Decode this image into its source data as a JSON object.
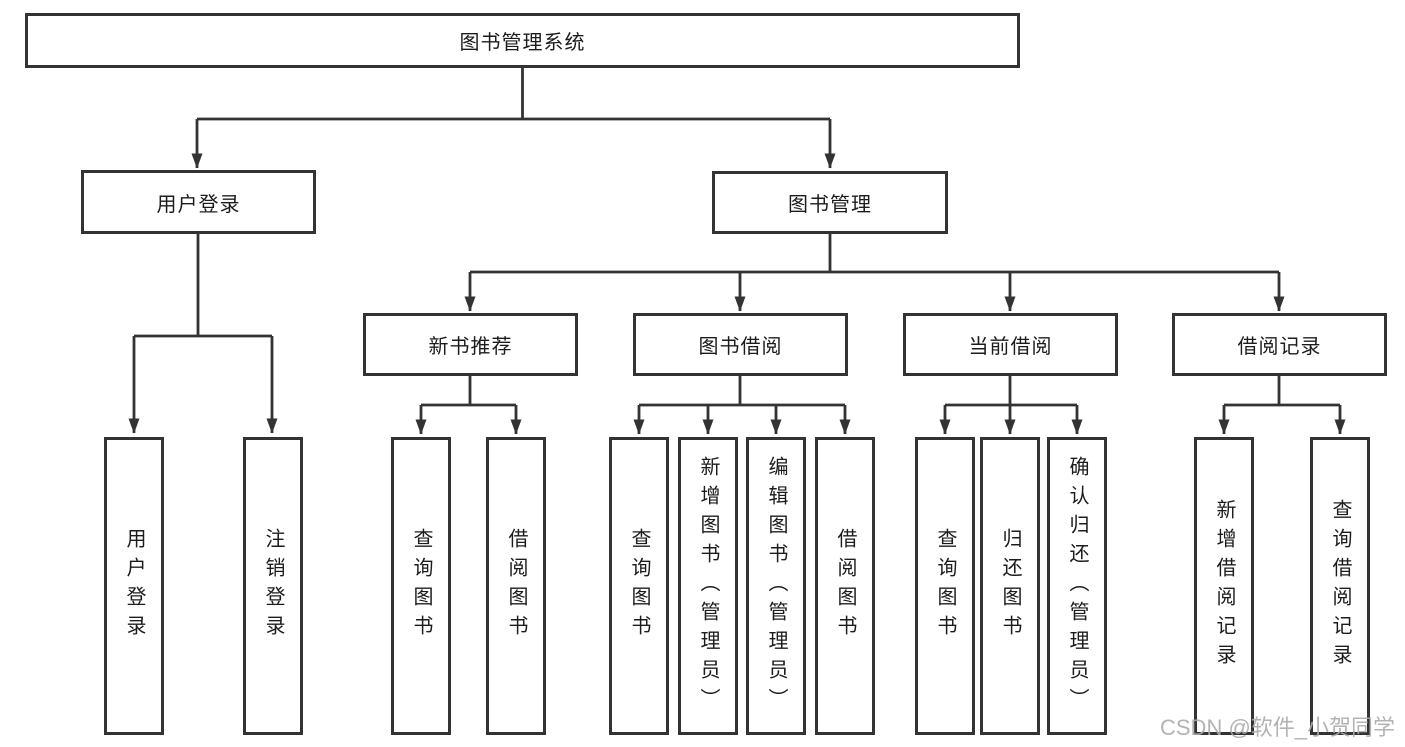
{
  "colors": {
    "line": "#333333",
    "box_border": "#333333",
    "box_background": "#ffffff",
    "text": "#1c1c1c",
    "watermark": "#ababab"
  },
  "tree": {
    "root": {
      "label": "图书管理系统"
    },
    "branches": [
      {
        "label": "用户登录",
        "children": [
          {
            "label": "用户登录"
          },
          {
            "label": "注销登录"
          }
        ]
      },
      {
        "label": "图书管理",
        "children": [
          {
            "label": "新书推荐",
            "children": [
              {
                "label": "查询图书"
              },
              {
                "label": "借阅图书"
              }
            ]
          },
          {
            "label": "图书借阅",
            "children": [
              {
                "label": "查询图书"
              },
              {
                "label": "新增图书（管理员）"
              },
              {
                "label": "编辑图书（管理员）"
              },
              {
                "label": "借阅图书"
              }
            ]
          },
          {
            "label": "当前借阅",
            "children": [
              {
                "label": "查询图书"
              },
              {
                "label": "归还图书"
              },
              {
                "label": "确认归还（管理员）"
              }
            ]
          },
          {
            "label": "借阅记录",
            "children": [
              {
                "label": "新增借阅记录"
              },
              {
                "label": "查询借阅记录"
              }
            ]
          }
        ]
      }
    ]
  },
  "watermark": {
    "text": "CSDN @软件_小贺同学"
  }
}
